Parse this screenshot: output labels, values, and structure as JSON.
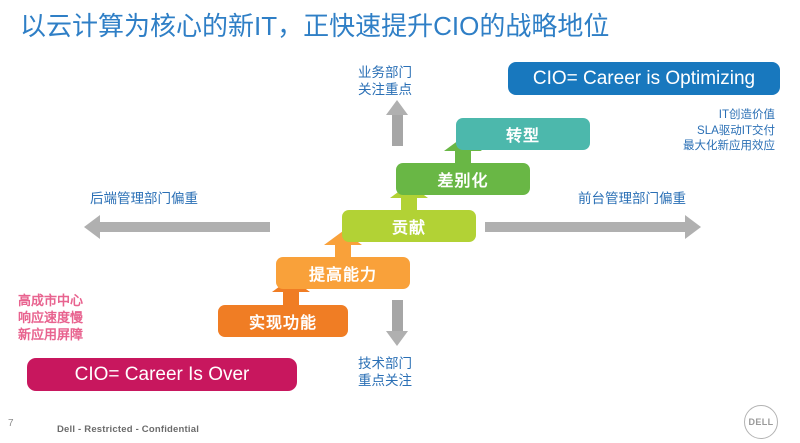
{
  "slide": {
    "title": "以云计算为核心的新IT，正快速提升CIO的战略地位",
    "page_number": "7",
    "footer": "Dell - Restricted - Confidential",
    "logo_text": "DELL"
  },
  "colors": {
    "title_blue": "#2f7fc6",
    "label_blue": "#2a6fb5",
    "pink": "#e8638f",
    "pill_blue": "#1878be",
    "pill_magenta": "#c8175e",
    "step_teal": "#4cb8ac",
    "step_green": "#69b745",
    "step_lime": "#b2d235",
    "step_orange_light": "#f9a13a",
    "step_orange_dark": "#f07d24",
    "arrow_gray": "#b0b0b0"
  },
  "callouts": {
    "top_pill": "CIO= Career is Optimizing",
    "bottom_pill": "CIO= Career Is Over",
    "business_focus": "业务部门\n关注重点",
    "tech_focus": "技术部门\n重点关注",
    "left_axis": "后端管理部门偏重",
    "right_axis": "前台管理部门偏重",
    "pain_points": "高成市中心\n响应速度慢\n新应用屏障",
    "value_points": "IT创造价值\nSLA驱动IT交付\n最大化新应用效应"
  },
  "steps": [
    {
      "label": "实现功能",
      "color": "#f07d24",
      "level": 1
    },
    {
      "label": "提高能力",
      "color": "#f9a13a",
      "level": 2
    },
    {
      "label": "贡献",
      "color": "#b2d235",
      "level": 3
    },
    {
      "label": "差别化",
      "color": "#69b745",
      "level": 4
    },
    {
      "label": "转型",
      "color": "#4cb8ac",
      "level": 5
    }
  ]
}
